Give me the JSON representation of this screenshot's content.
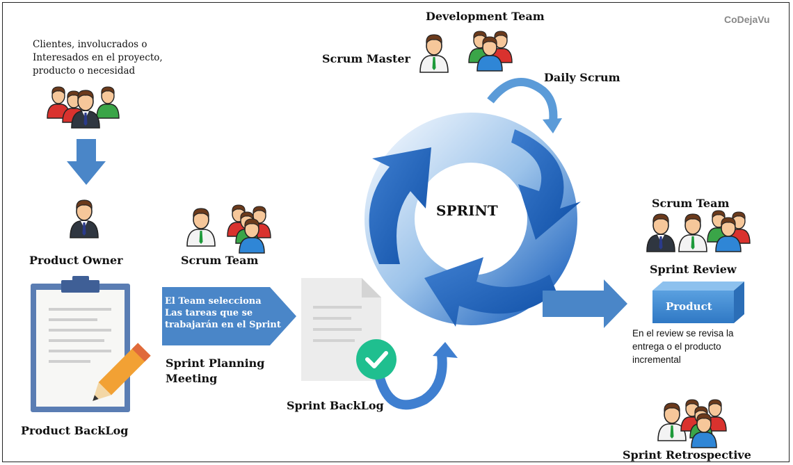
{
  "watermark": "CoDejaVu",
  "stakeholders": {
    "text_lines": [
      "Clientes, involucrados o",
      "Interesados en el proyecto,",
      "producto o necesidad"
    ],
    "icon": "people-group-icon"
  },
  "product_owner": {
    "label": "Product Owner",
    "icon": "person-suit-icon"
  },
  "product_backlog": {
    "label": "Product BackLog",
    "icon": "clipboard-pencil-icon"
  },
  "planning": {
    "team_label": "Scrum Team",
    "arrow_lines": [
      "El Team selecciona",
      "Las tareas que se",
      "trabajarán en el Sprint"
    ],
    "meeting_lines": [
      "Sprint Planning",
      "Meeting"
    ]
  },
  "sprint_backlog": {
    "label": "Sprint BackLog",
    "icon": "document-check-icon"
  },
  "sprint": {
    "label": "SPRINT",
    "development_team": "Development Team",
    "scrum_master": "Scrum Master",
    "daily_scrum": "Daily Scrum"
  },
  "review": {
    "team_label": "Scrum Team",
    "title": "Sprint Review",
    "product_label": "Product",
    "description_lines": [
      "En el review se revisa la",
      "entrega o el producto",
      "incremental"
    ]
  },
  "retrospective": {
    "label": "Sprint Retrospective"
  },
  "colors": {
    "arrow_blue": "#4a86c8",
    "ring_light": "#cfe2f6",
    "ring_dark": "#1b5fb8",
    "check_green": "#1fbf8f",
    "product_blue": "#3f88d0"
  }
}
